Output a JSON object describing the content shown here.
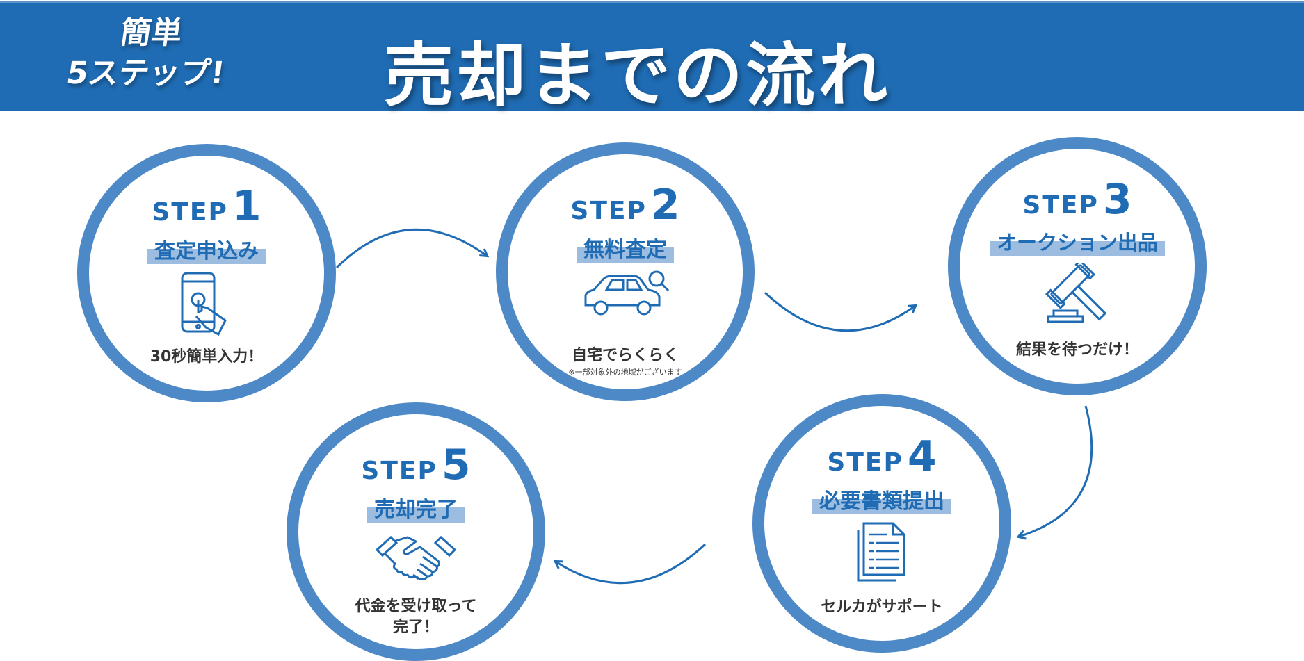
{
  "header": {
    "subtitle_line1": "簡単",
    "subtitle_line2": "5ステップ!",
    "title": "売却までの流れ"
  },
  "colors": {
    "banner": "#1f6cb4",
    "ring": "#4d89c6",
    "highlight": "#9dbde0"
  },
  "steps": [
    {
      "word": "STEP",
      "num": "1",
      "label": "査定申込み",
      "icon": "smartphone-tap-icon",
      "caption": "30秒簡単入力！"
    },
    {
      "word": "STEP",
      "num": "2",
      "label": "無料査定",
      "icon": "car-search-icon",
      "caption": "自宅でらくらく",
      "note": "※一部対象外の地域がございます"
    },
    {
      "word": "STEP",
      "num": "3",
      "label": "オークション出品",
      "icon": "gavel-icon",
      "caption": "結果を待つだけ！"
    },
    {
      "word": "STEP",
      "num": "4",
      "label": "必要書類提出",
      "icon": "documents-icon",
      "caption": "セルカがサポート"
    },
    {
      "word": "STEP",
      "num": "5",
      "label": "売却完了",
      "icon": "handshake-icon",
      "caption": "代金を受け取って",
      "caption2": "完了！"
    }
  ]
}
